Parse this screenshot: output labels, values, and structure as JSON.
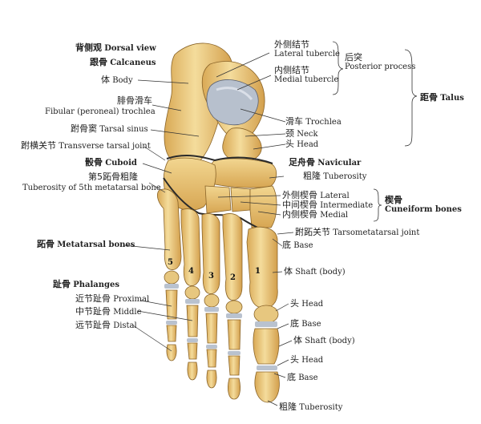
{
  "labels": {
    "dorsal_view": {
      "zh": "背侧观",
      "en": "Dorsal view"
    },
    "calcaneus": {
      "zh": "跟骨",
      "en": "Calcaneus"
    },
    "body": {
      "zh": "体",
      "en": "Body"
    },
    "fibular_trochlea": {
      "zh": "腓骨滑车",
      "en": "Fibular (peroneal) trochlea"
    },
    "tarsal_sinus": {
      "zh": "跗骨窦",
      "en": "Tarsal sinus"
    },
    "transverse_tarsal_joint": {
      "zh": "跗横关节",
      "en": "Transverse tarsal joint"
    },
    "cuboid": {
      "zh": "骰骨",
      "en": "Cuboid"
    },
    "tuberosity_5th_mt": {
      "zh": "第5跖骨粗隆",
      "en": "Tuberosity of 5th metatarsal bone"
    },
    "metatarsal_bones": {
      "zh": "跖骨",
      "en": "Metatarsal bones"
    },
    "phalanges": {
      "zh": "趾骨",
      "en": "Phalanges"
    },
    "proximal": {
      "zh": "近节趾骨",
      "en": "Proximal"
    },
    "middle": {
      "zh": "中节趾骨",
      "en": "Middle"
    },
    "distal": {
      "zh": "远节趾骨",
      "en": "Distal"
    },
    "lateral_tubercle": {
      "zh": "外侧结节",
      "en": "Lateral tubercle"
    },
    "medial_tubercle": {
      "zh": "内侧结节",
      "en": "Medial tubercle"
    },
    "posterior_process": {
      "zh": "后突",
      "en": "Posterior process"
    },
    "talus": {
      "zh": "距骨",
      "en": "Talus"
    },
    "trochlea": {
      "zh": "滑车",
      "en": "Trochlea"
    },
    "neck": {
      "zh": "颈",
      "en": "Neck"
    },
    "head_talus": {
      "zh": "头",
      "en": "Head"
    },
    "navicular": {
      "zh": "足舟骨",
      "en": "Navicular"
    },
    "tuberosity_nav": {
      "zh": "粗隆",
      "en": "Tuberosity"
    },
    "lateral_cun": {
      "zh": "外侧楔骨",
      "en": "Lateral"
    },
    "intermediate_cun": {
      "zh": "中间楔骨",
      "en": "Intermediate"
    },
    "medial_cun": {
      "zh": "内侧楔骨",
      "en": "Medial"
    },
    "cuneiform_bones": {
      "zh": "楔骨",
      "en": "Cuneiform bones"
    },
    "tarsometatarsal_joint": {
      "zh": "跗跖关节",
      "en": "Tarsometatarsal joint"
    },
    "base_mt": {
      "zh": "底",
      "en": "Base"
    },
    "shaft_mt": {
      "zh": "体",
      "en": "Shaft (body)"
    },
    "head_mt": {
      "zh": "头",
      "en": "Head"
    },
    "base_prox": {
      "zh": "底",
      "en": "Base"
    },
    "shaft_prox": {
      "zh": "体",
      "en": "Shaft (body)"
    },
    "head_prox": {
      "zh": "头",
      "en": "Head"
    },
    "base_distal": {
      "zh": "底",
      "en": "Base"
    },
    "tuberosity_distal": {
      "zh": "粗隆",
      "en": "Tuberosity"
    }
  },
  "metatarsal_numbers": [
    "5",
    "4",
    "3",
    "2",
    "1"
  ],
  "colors": {
    "bone": "#e9c77a",
    "bone_dark": "#c99a45",
    "bone_light": "#f6e2a8",
    "cartilage": "#b9c2cf",
    "line": "#333333"
  }
}
